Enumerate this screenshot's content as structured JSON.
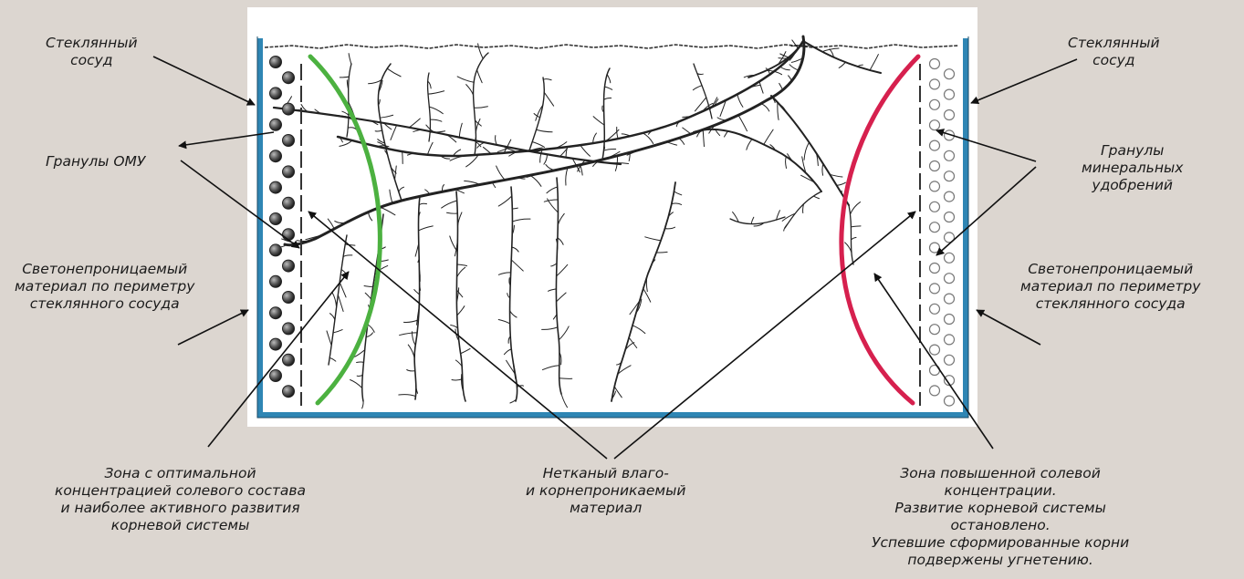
{
  "labels": {
    "glass_left": [
      "Стеклянный",
      "сосуд"
    ],
    "granules_omu": [
      "Гранулы ОМУ"
    ],
    "opaque_left": [
      "Светонепроницаемый",
      "материал по периметру",
      "стеклянного сосуда"
    ],
    "zone_optimal": [
      "Зона с оптимальной",
      "концентрацией солевого состава",
      "и наиболее активного развития",
      "корневой системы"
    ],
    "nonwoven": [
      "Нетканый влаго-",
      "и корнепроникаемый",
      "материал"
    ],
    "zone_high_salt": [
      "Зона повышенной солевой",
      "концентрации.",
      "Развитие корневой системы",
      "остановлено.",
      "Успевшие сформированные корни",
      "подвержены угнетению."
    ],
    "glass_right": [
      "Стеклянный",
      "сосуд"
    ],
    "granules_mineral": [
      "Гранулы",
      "минеральных",
      "удобрений"
    ],
    "opaque_right": [
      "Светонепроницаемый",
      "материал по периметру",
      "стеклянного сосуда"
    ]
  },
  "colors": {
    "background": "#dcd6d0",
    "vessel_wall": "#2f86b4",
    "optimal_zone_arc": "#4cb140",
    "high_salt_zone_arc": "#d6204e",
    "roots": "#222222",
    "granule_omu": "#555555",
    "granule_mineral": "#ffffff"
  }
}
